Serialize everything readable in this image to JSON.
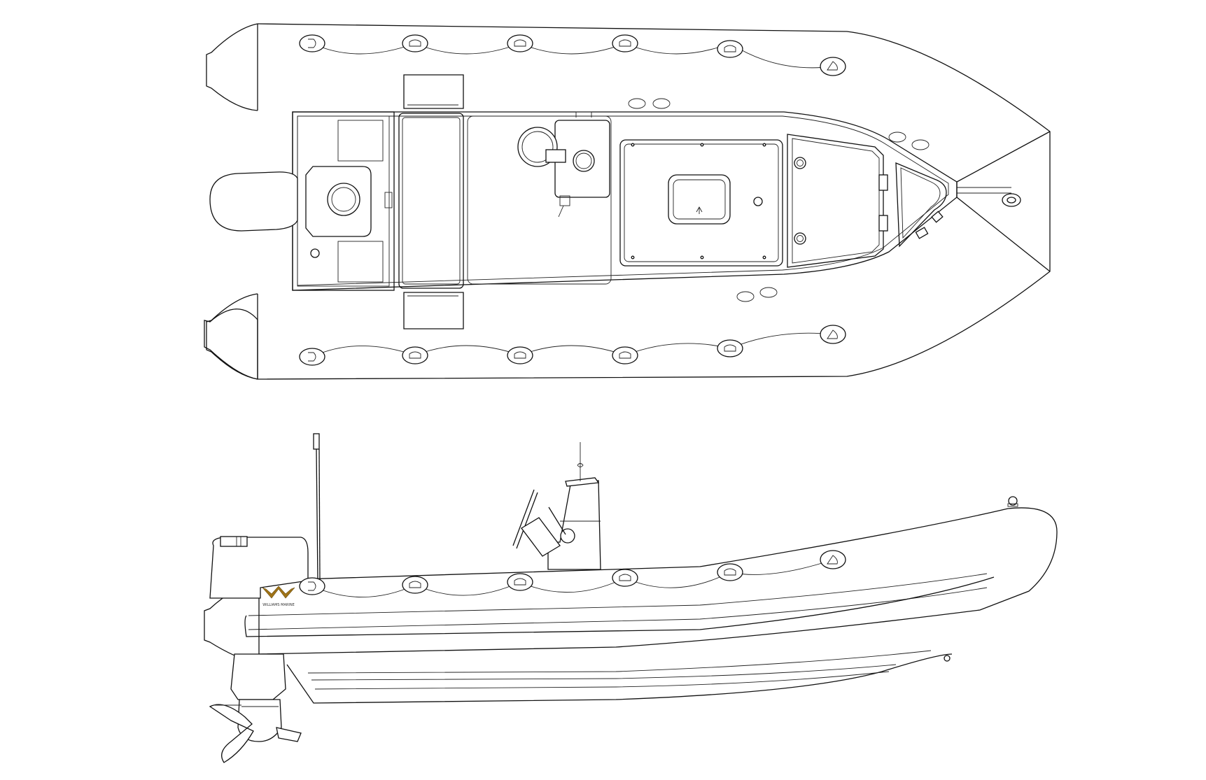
{
  "views": [
    "top",
    "side"
  ],
  "logo": {
    "text": "WILLIAMS MARINE",
    "color": "#a07418"
  },
  "colors": {
    "line": "#111111",
    "background": "#ffffff",
    "speckle": "#555555"
  },
  "icons": [
    "outboard-motor-icon",
    "steering-wheel-icon",
    "grab-handle-icon",
    "cleat-icon",
    "antenna-icon",
    "hatch-icon"
  ]
}
